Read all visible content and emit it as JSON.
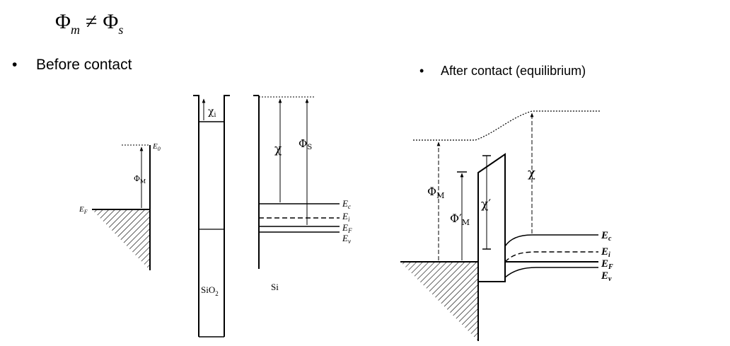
{
  "header": {
    "formula": {
      "phi": "Φ",
      "sub_m": "m",
      "neq": "≠",
      "sub_s": "s"
    }
  },
  "before": {
    "bullet": "•",
    "heading": "Before contact",
    "labels": {
      "E0": "E",
      "E0_sub": "0",
      "EF": "E",
      "EF_sub": "F",
      "PhiM": "Φ",
      "PhiM_sub": "M",
      "chi_i": "χ",
      "chi_i_sub": "i",
      "SiO2": "SiO",
      "SiO2_sub": "2",
      "chi": "χ",
      "PhiS": "Φ",
      "PhiS_sub": "S",
      "Ec": "E",
      "Ec_sub": "c",
      "Ei": "E",
      "Ei_sub": "i",
      "EFs": "E",
      "EFs_sub": "F",
      "Ev": "E",
      "Ev_sub": "v",
      "Si": "Si"
    }
  },
  "after": {
    "bullet": "•",
    "heading": "After contact (equilibrium)",
    "labels": {
      "PhiM": "Φ",
      "PhiM_sub": "M",
      "PhiMp": "Φ′",
      "PhiMp_sub": "M",
      "chip": "χ′",
      "chi": "χ",
      "Ec": "E",
      "Ec_sub": "c",
      "Ei": "E",
      "Ei_sub": "i",
      "EF": "E",
      "EF_sub": "F",
      "Ev": "E",
      "Ev_sub": "v"
    }
  }
}
